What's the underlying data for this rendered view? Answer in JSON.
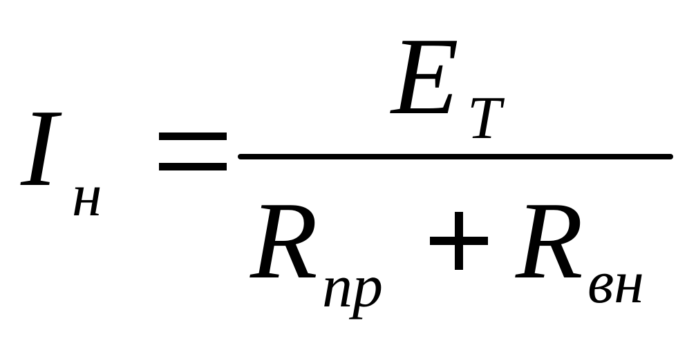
{
  "formula": {
    "lhs": {
      "symbol": "I",
      "subscript": "н"
    },
    "equals": "=",
    "numerator": {
      "symbol": "E",
      "subscript": "Т"
    },
    "denominator": {
      "term1": {
        "symbol": "R",
        "subscript": "пр"
      },
      "plus": "+",
      "term2": {
        "symbol": "R",
        "subscript": "вн"
      }
    }
  }
}
